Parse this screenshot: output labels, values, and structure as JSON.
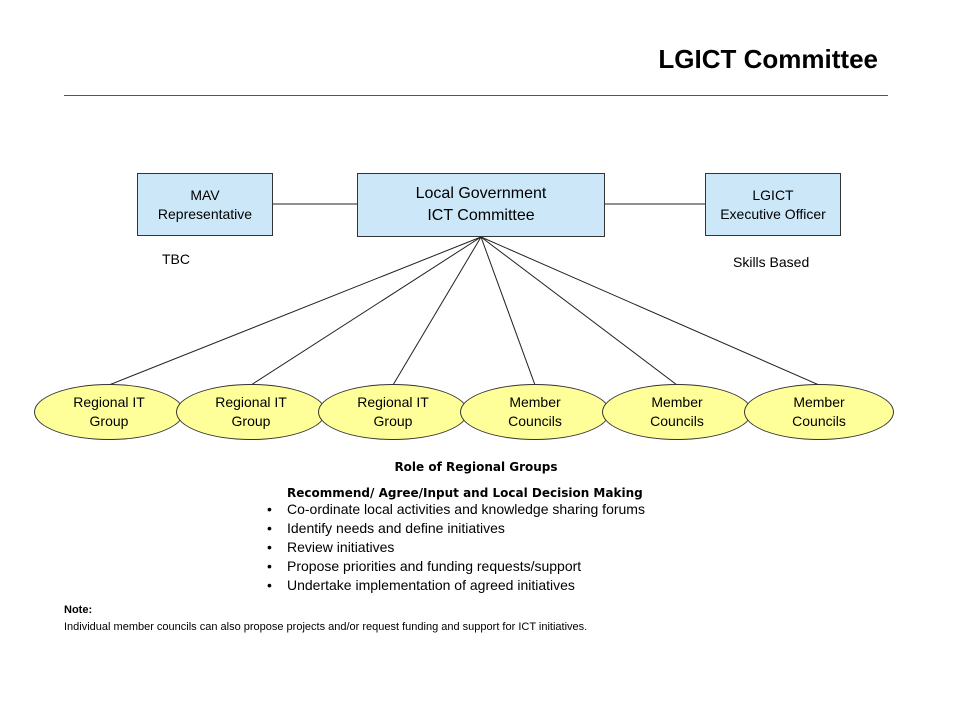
{
  "title": "LGICT Committee",
  "boxes": {
    "mav": {
      "line1": "MAV",
      "line2": "Representative"
    },
    "main": {
      "line1": "Local Government",
      "line2": "ICT Committee"
    },
    "exec": {
      "line1": "LGICT",
      "line2": "Executive Officer"
    }
  },
  "side_labels": {
    "tbc": "TBC",
    "skills": "Skills Based"
  },
  "groups": [
    {
      "line1": "Regional IT",
      "line2": "Group"
    },
    {
      "line1": "Regional IT",
      "line2": "Group"
    },
    {
      "line1": "Regional IT",
      "line2": "Group"
    },
    {
      "line1": "Member",
      "line2": "Councils"
    },
    {
      "line1": "Member",
      "line2": "Councils"
    },
    {
      "line1": "Member",
      "line2": "Councils"
    }
  ],
  "role": {
    "heading": "Role of Regional Groups",
    "subheading": "Recommend/ Agree/Input and Local Decision Making",
    "items": [
      "Co-ordinate local activities and knowledge sharing forums",
      "Identify needs and define initiatives",
      "Review initiatives",
      "Propose priorities and funding requests/support",
      "Undertake implementation of agreed initiatives"
    ]
  },
  "note": {
    "label": "Note:",
    "text": "Individual member councils can also propose projects and/or request funding and support for ICT initiatives."
  },
  "colors": {
    "box_fill": "#cce8f8",
    "ellipse_fill": "#ffff99"
  }
}
